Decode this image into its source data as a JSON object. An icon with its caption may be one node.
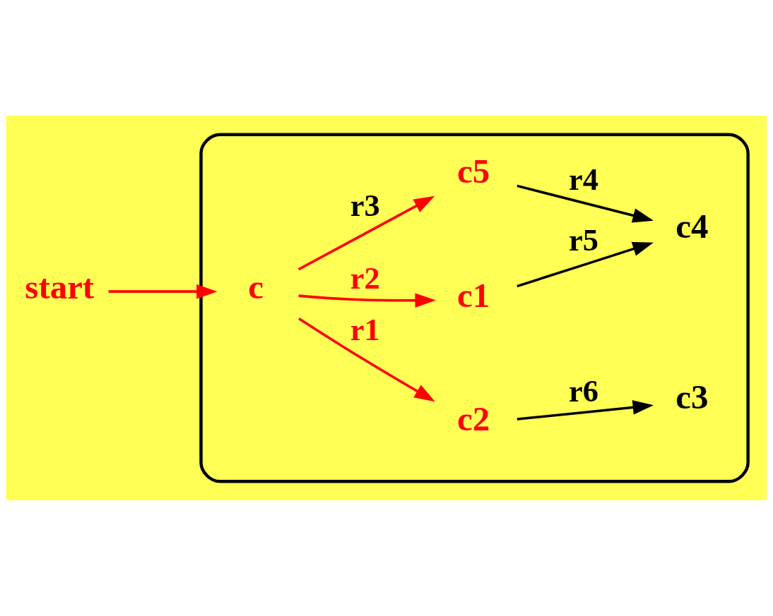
{
  "diagram": {
    "nodes": [
      {
        "text": [],
        "shape": "ellipse"
      },
      {
        "text": [
          "start"
        ]
      },
      {
        "text": [
          "c"
        ],
        "in": 0
      },
      {
        "text": [
          "c2"
        ],
        "in": 0
      },
      {
        "text": [
          "c1"
        ],
        "in": 0
      },
      {
        "text": [
          "c3"
        ],
        "in": 0
      },
      {
        "text": [
          "c5"
        ],
        "in": 0
      },
      {
        "text": [
          "c4"
        ],
        "in": 0
      }
    ],
    "edges": [
      {
        "from": 1,
        "to": 2,
        "arrow": "to"
      },
      {
        "from": 2,
        "to": 3,
        "arrow": "to",
        "label": "r1"
      },
      {
        "from": 2,
        "to": 4,
        "arrow": "to",
        "label": "r2"
      },
      {
        "from": 2,
        "to": 6,
        "arrow": "to",
        "label": "r3"
      },
      {
        "from": 6,
        "to": 7,
        "arrow": "to",
        "label": "r4",
        "color": "#000000"
      },
      {
        "from": 4,
        "to": 7,
        "arrow": "to",
        "label": "r5",
        "color": "#000000"
      },
      {
        "from": 3,
        "to": 5,
        "arrow": "to",
        "label": "r6",
        "color": "#000000"
      }
    ]
  }
}
